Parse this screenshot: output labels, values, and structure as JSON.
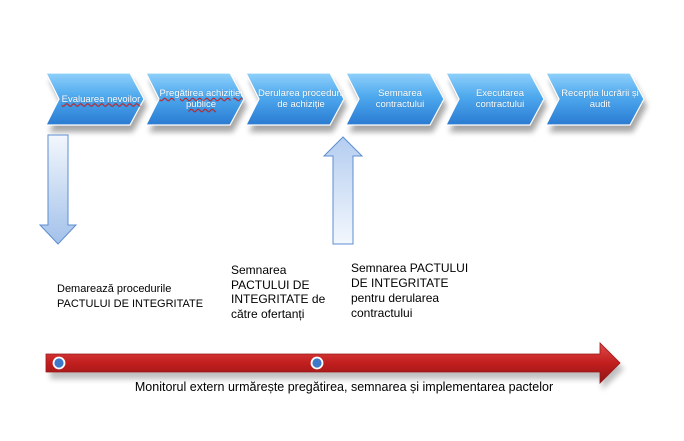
{
  "process_steps": [
    {
      "label": "Evaluarea nevoilor",
      "spell_flagged": true
    },
    {
      "label": "Pregătirea achiziției publice",
      "spell_flagged": true
    },
    {
      "label": "Derularea procedurii de achiziție",
      "spell_flagged": false
    },
    {
      "label": "Semnarea contractului",
      "spell_flagged": false
    },
    {
      "label": "Executarea contractului",
      "spell_flagged": false
    },
    {
      "label": "Recepția lucrării și audit",
      "spell_flagged": false
    }
  ],
  "notes": {
    "start": "Demarează procedurile\nPACTULUI DE INTEGRITATE",
    "bidders": "Semnarea\nPACTULUI DE\nINTEGRITATE de\ncătre ofertanți",
    "contract": "Semnarea PACTULUI\nDE INTEGRITATE\npentru derularea\ncontractului"
  },
  "timeline_caption": "Monitorul extern urmărește pregătirea, semnarea și  implementarea pactelor",
  "colors": {
    "chevron_light": "#5bb8f2",
    "chevron_dark": "#2b7fd6",
    "down_arrow_fill_top": "#eef4fc",
    "down_arrow_fill_bottom": "#a9c6ec",
    "arrow_outline": "#5e8ed0",
    "timeline_red": "#c21e1e",
    "timeline_dark_red": "#8e1414",
    "timeline_dot": "#3d79c8"
  }
}
